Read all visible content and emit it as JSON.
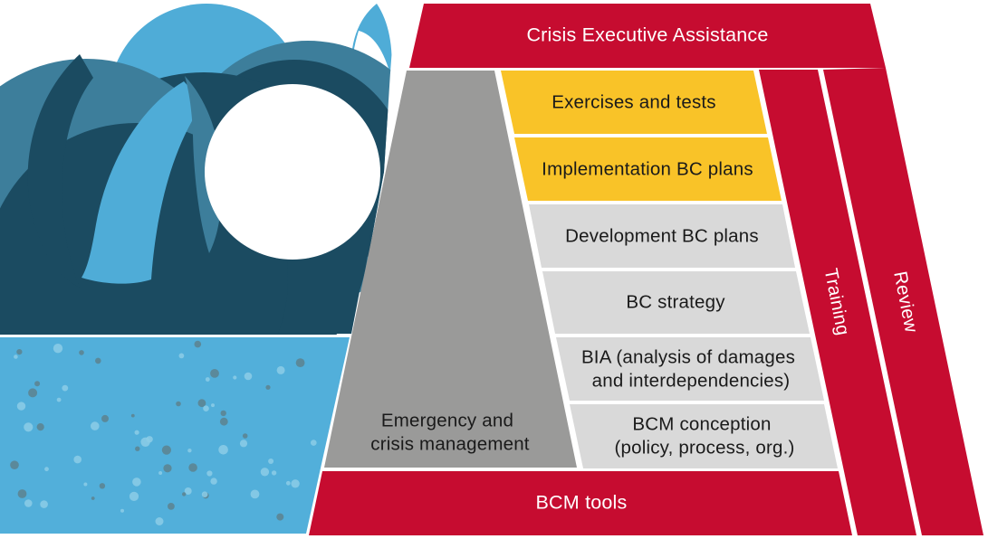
{
  "diagram": {
    "top_banner": {
      "label": "Crisis Executive Assistance"
    },
    "emergency_block": {
      "line1": "Emergency and",
      "line2": "crisis management"
    },
    "rows": [
      {
        "label": "Exercises and tests"
      },
      {
        "label": "Implementation BC plans"
      },
      {
        "label": "Development BC plans"
      },
      {
        "label": "BC strategy"
      },
      {
        "label": "BIA (analysis of damages",
        "label2": "and interdependencies)"
      },
      {
        "label": "BCM conception",
        "label2": "(policy, process, org.)"
      }
    ],
    "training_band": {
      "label": "Training"
    },
    "review_band": {
      "label": "Review"
    },
    "bottom_banner": {
      "label": "BCM tools"
    },
    "colors": {
      "red": "#C60C30",
      "yellow": "#F9C328",
      "row_gray": "#D9D9D9",
      "block_gray": "#9A9A99",
      "navy": "#1B4B61",
      "teal": "#3D7E9B",
      "light_blue": "#4FACD7",
      "water_blue": "#52AFDA",
      "dot_dark": "#5D838E",
      "dot_light": "#8CCDE6",
      "text_dark": "#1A1A1A",
      "text_light": "#FFFFFF"
    }
  }
}
